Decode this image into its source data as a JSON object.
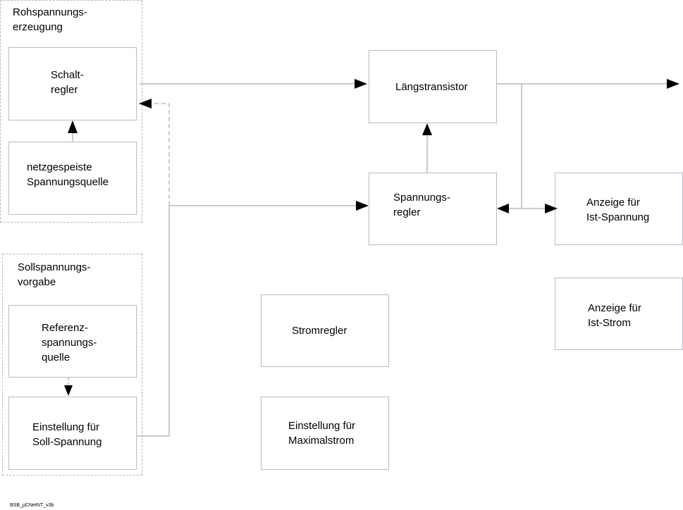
{
  "groups": {
    "rohspannung": "Rohspannungs-\nerzeugung",
    "sollspannung": "Sollspannungs-\nvorgabe"
  },
  "blocks": {
    "schaltregler": "Schalt-\nregler",
    "netz": "netzgespeiste\nSpannungsquelle",
    "referenz": "Referenz-\nspannungs-\nquelle",
    "einstellung_soll": "Einstellung für\nSoll-Spannung",
    "laengstransistor": "Längstransistor",
    "spannungsregler": "Spannungs-\nregler",
    "anzeige_spannung": "Anzeige für\nIst-Spannung",
    "anzeige_strom": "Anzeige für\nIst-Strom",
    "stromregler": "Stromregler",
    "einstellung_max": "Einstellung für\nMaximalstrom"
  },
  "footer": "BSB_µCNetNT_v3b",
  "colors": {
    "line": "#999999",
    "box_border": "#b9b9c7",
    "group_border": "#b8b8b8",
    "arrowhead": "#000000"
  }
}
